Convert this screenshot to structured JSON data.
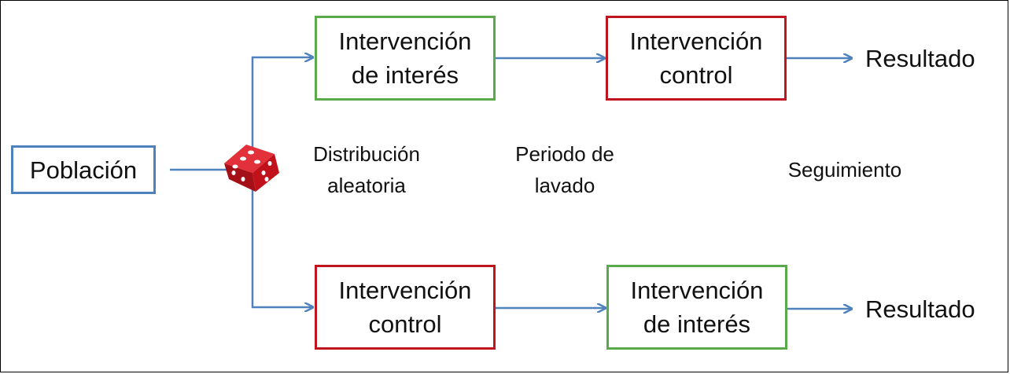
{
  "population": "Población",
  "branch_top": {
    "first": [
      "Intervención",
      "de interés"
    ],
    "second": [
      "Intervención",
      "control"
    ],
    "result": "Resultado"
  },
  "branch_bottom": {
    "first": [
      "Intervención",
      "control"
    ],
    "second": [
      "Intervención",
      "de interés"
    ],
    "result": "Resultado"
  },
  "labels": {
    "randomization": [
      "Distribución",
      "aleatoria"
    ],
    "washout": [
      "Periodo de",
      "lavado"
    ],
    "followup": "Seguimiento"
  },
  "icons": {
    "dice": "dice-icon"
  },
  "colors": {
    "arrow": "#4f81bd",
    "population_border": "#4f81bd",
    "interest_border": "#5aaa4c",
    "control_border": "#c0151f",
    "dice": "#c1121c"
  }
}
